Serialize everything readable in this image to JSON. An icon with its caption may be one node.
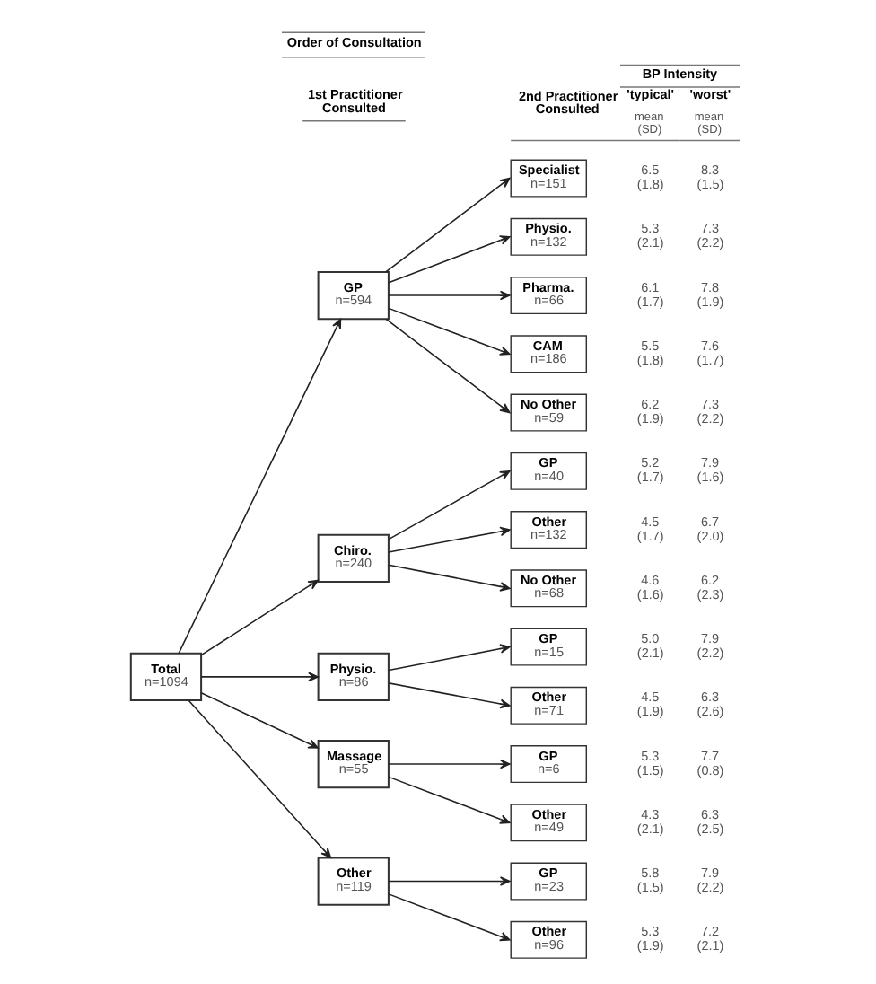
{
  "diagram": {
    "nodes": [
      {
        "text": [
          "Total",
          "n=1094"
        ]
      },
      {
        "text": [
          "GP",
          "n=594"
        ]
      },
      {
        "text": [
          "Specialist",
          "n=151"
        ],
        "beside": [
          "6.5 (1.8)",
          "8.3 (1.5)"
        ]
      },
      {
        "text": [
          "Physio.",
          "n=132"
        ],
        "beside": [
          "5.3 (2.1)",
          "7.3 (2.2)"
        ]
      },
      {
        "text": [
          "Pharma.",
          "n=66"
        ],
        "beside": [
          "6.1 (1.7)",
          "7.8 (1.9)"
        ]
      },
      {
        "text": [
          "CAM",
          "n=186"
        ],
        "beside": [
          "5.5 (1.8)",
          "7.6 (1.7)"
        ]
      },
      {
        "text": [
          "No Other",
          "n=59"
        ],
        "beside": [
          "6.2 (1.9)",
          "7.3 (2.2)"
        ]
      },
      {
        "text": [
          "Chiro.",
          "n=240"
        ]
      },
      {
        "text": [
          "GP",
          "n=40"
        ],
        "beside": [
          "5.2 (1.7)",
          "7.9 (1.6)"
        ]
      },
      {
        "text": [
          "Other",
          "n=132"
        ],
        "beside": [
          "4.5 (1.7)",
          "6.7 (2.0)"
        ]
      },
      {
        "text": [
          "No Other",
          "n=68"
        ],
        "beside": [
          "4.6 (1.6)",
          "6.2 (2.3)"
        ]
      },
      {
        "text": [
          "Physio.",
          "n=86"
        ]
      },
      {
        "text": [
          "GP",
          "n=15"
        ],
        "beside": [
          "5.0 (2.1)",
          "7.9 (2.2)"
        ]
      },
      {
        "text": [
          "Other",
          "n=71"
        ],
        "beside": [
          "4.5 (1.9)",
          "6.3 (2.6)"
        ]
      },
      {
        "text": [
          "Massage",
          "n=55"
        ]
      },
      {
        "text": [
          "GP",
          "n=6"
        ],
        "beside": [
          "5.3 (1.5)",
          "7.7 (0.8)"
        ]
      },
      {
        "text": [
          "Other",
          "n=49"
        ],
        "beside": [
          "4.3 (2.1)",
          "6.3 (2.5)"
        ]
      },
      {
        "text": [
          "Other",
          "n=119"
        ]
      },
      {
        "text": [
          "GP",
          "n=23"
        ],
        "beside": [
          "5.8 (1.5)",
          "7.9 (2.2)"
        ]
      },
      {
        "text": [
          "Other",
          "n=96"
        ],
        "beside": [
          "5.3 (1.9)",
          "7.2 (2.1)"
        ]
      }
    ],
    "edges": [
      {
        "from": 0,
        "to": 1,
        "arrow": "to"
      },
      {
        "from": 0,
        "to": 7,
        "arrow": "to"
      },
      {
        "from": 0,
        "to": 11,
        "arrow": "to"
      },
      {
        "from": 0,
        "to": 14,
        "arrow": "to"
      },
      {
        "from": 0,
        "to": 17,
        "arrow": "to"
      },
      {
        "from": 1,
        "to": 2,
        "arrow": "to"
      },
      {
        "from": 1,
        "to": 3,
        "arrow": "to"
      },
      {
        "from": 1,
        "to": 4,
        "arrow": "to"
      },
      {
        "from": 1,
        "to": 5,
        "arrow": "to"
      },
      {
        "from": 1,
        "to": 6,
        "arrow": "to"
      },
      {
        "from": 7,
        "to": 8,
        "arrow": "to"
      },
      {
        "from": 7,
        "to": 9,
        "arrow": "to"
      },
      {
        "from": 7,
        "to": 10,
        "arrow": "to"
      },
      {
        "from": 11,
        "to": 12,
        "arrow": "to"
      },
      {
        "from": 11,
        "to": 13,
        "arrow": "to"
      },
      {
        "from": 14,
        "to": 15,
        "arrow": "to"
      },
      {
        "from": 14,
        "to": 16,
        "arrow": "to"
      },
      {
        "from": 17,
        "to": 18,
        "arrow": "to"
      },
      {
        "from": 17,
        "to": 19,
        "arrow": "to"
      }
    ],
    "labels": [
      "Order of Consultation",
      "BP Intensity",
      "1st Practitioner Consulted",
      "2nd Practitioner Consulted",
      "'typical'",
      "'worst'",
      "mean (SD)",
      "mean (SD)"
    ]
  }
}
